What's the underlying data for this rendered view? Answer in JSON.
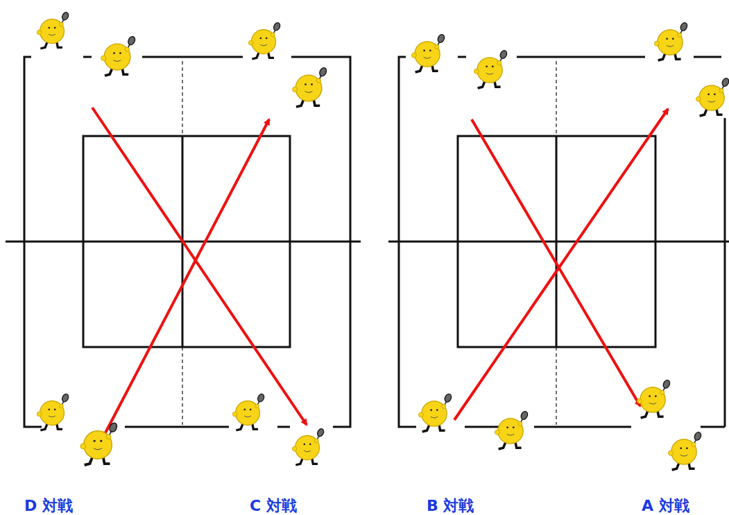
{
  "diagram": {
    "labels": [
      "D 対戦",
      "C 対戦",
      "B 対戦",
      "A 対戦"
    ]
  }
}
